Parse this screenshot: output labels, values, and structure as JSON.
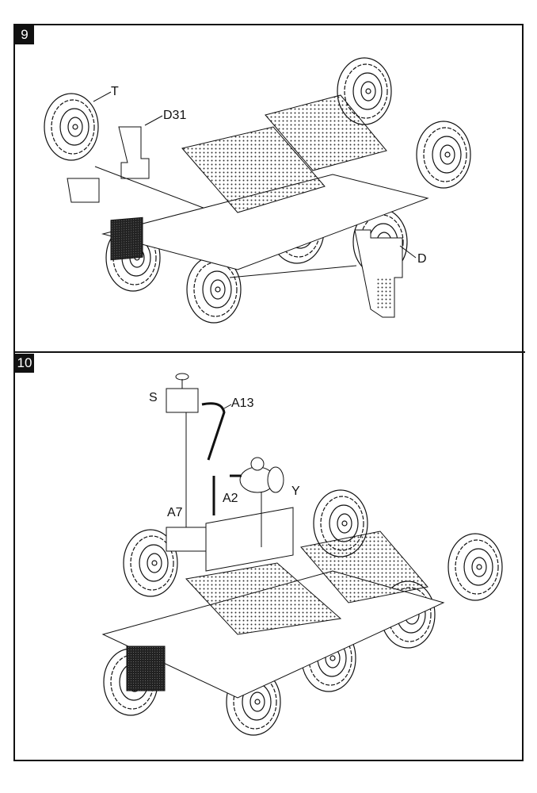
{
  "steps": [
    {
      "number": "9",
      "parts": {
        "tire": "T",
        "bracket": "D31",
        "tank": "D"
      }
    },
    {
      "number": "10",
      "parts": {
        "filter": "S",
        "pipe": "A13",
        "pipe2": "A2",
        "tank": "Y",
        "mount": "A7"
      }
    }
  ],
  "colors": {
    "line": "#111111",
    "background": "#ffffff"
  }
}
